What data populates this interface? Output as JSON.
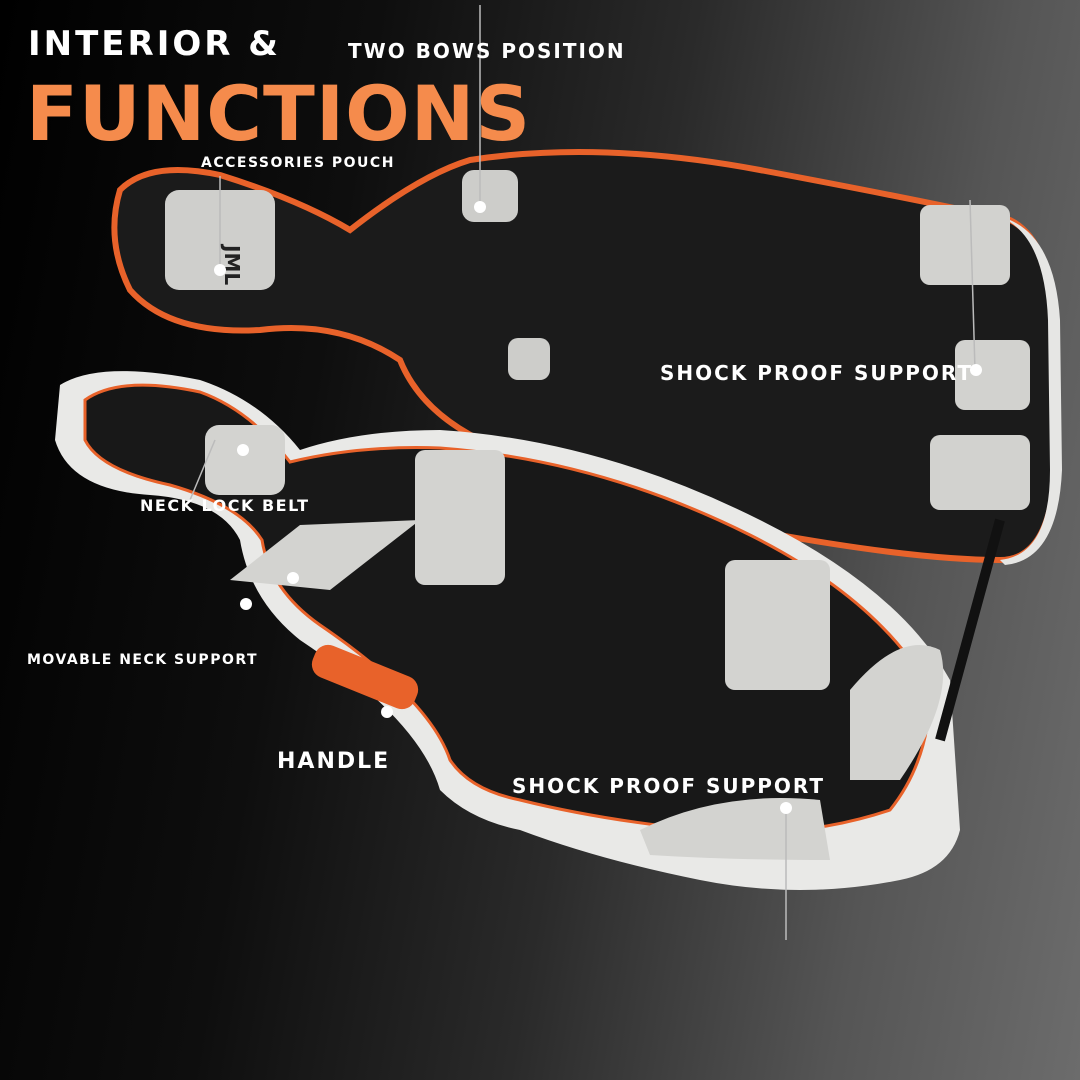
{
  "title": {
    "line1": "INTERIOR &",
    "line2": "FUNCTIONS"
  },
  "callouts": {
    "two_bows_position": "TWO BOWS POSITION",
    "accessories_pouch": "ACCESSORIES POUCH",
    "shock_proof_support_top": "SHOCK PROOF SUPPORT",
    "neck_lock_belt": "NECK LOCK BELT",
    "movable_neck_support": "MOVABLE NECK SUPPORT",
    "handle": "HANDLE",
    "shock_proof_support_bottom": "SHOCK PROOF SUPPORT"
  },
  "logo_text": "JML",
  "colors": {
    "accent": "#F58B4C",
    "shell": "#E8E8E6",
    "lining": "#1A1A1A",
    "trim": "#E8622A"
  }
}
